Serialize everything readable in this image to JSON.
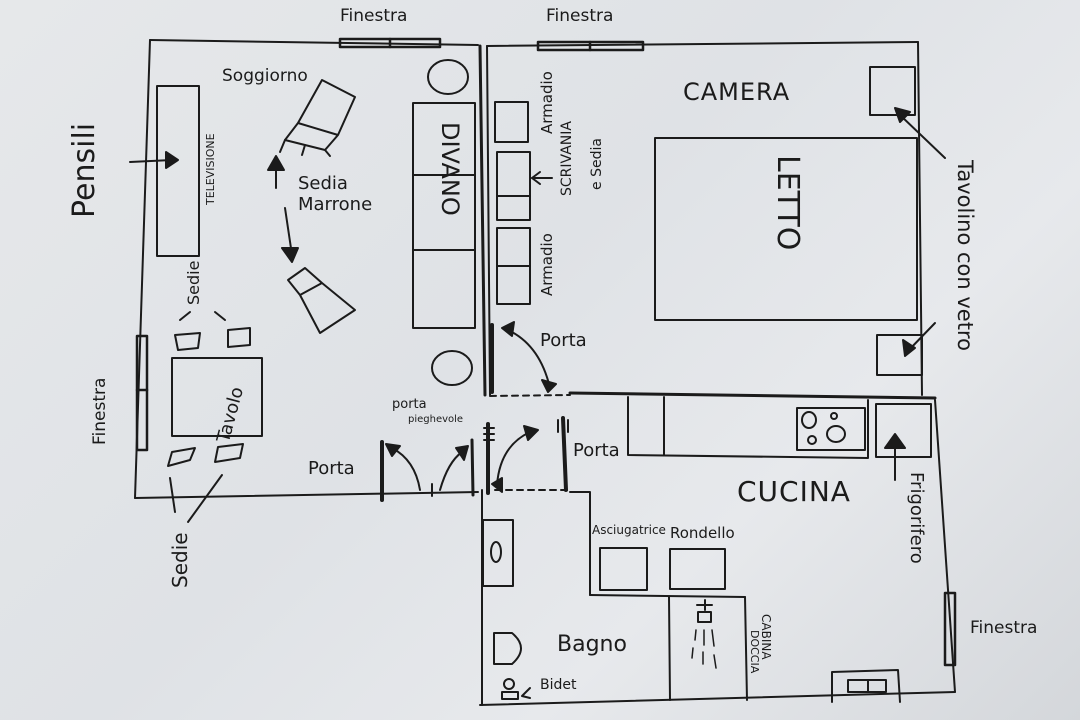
{
  "plan": {
    "title": "Hand-drawn apartment floor plan",
    "ink_color": "#1b1b1b",
    "paper_color": "#e3e5e8",
    "rooms": {
      "soggiorno": "Soggiorno",
      "camera": "CAMERA",
      "cucina": "CUCINA",
      "bagno": "Bagno"
    },
    "windows": {
      "top_left": "Finestra",
      "top_right": "Finestra",
      "left": "Finestra",
      "right": "Finestra"
    },
    "furniture": {
      "pensili": "Pensili",
      "televisione": "TELEVISIONE",
      "sedia_marrone": [
        "Sedia",
        "Marrone"
      ],
      "divano": "DIVANO",
      "sedie_top": "Sedie",
      "tavolo": "Tavolo",
      "sedie_bottom": "Sedie",
      "armadio_top": "Armadio",
      "scrivania": [
        "SCRIVANIA",
        "e Sedia"
      ],
      "armadio_bottom": "Armadio",
      "letto": "LETTO",
      "tavolino": "Tavolino con vetro",
      "frigorifero": "Frigorifero",
      "asciugatrice": "Asciugatrice",
      "rondello": "Rondello",
      "cabina_doccia": [
        "CABINA",
        "DOCCIA"
      ],
      "bidet": "Bidet"
    },
    "doors": {
      "camera": "Porta",
      "soggiorno": "Porta",
      "pieghevole": [
        "porta",
        "pieghevole"
      ],
      "cucina": "Porta"
    }
  }
}
